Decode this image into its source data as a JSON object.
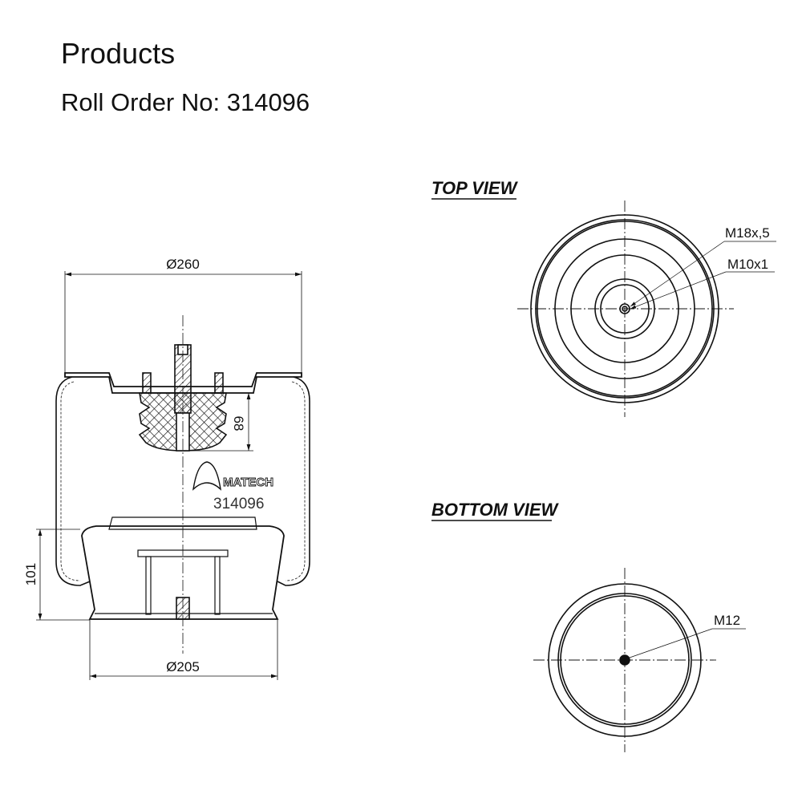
{
  "header": {
    "title": "Products",
    "subtitle": "Roll Order No: 314096"
  },
  "drawing": {
    "side_view": {
      "dim_top_diameter": "Ø260",
      "dim_bottom_diameter": "Ø205",
      "dim_bumper_height": "68",
      "dim_piston_height": "101",
      "brand": "MATECH",
      "part_number": "314096"
    },
    "top_view": {
      "title": "TOP VIEW",
      "thread_1": "M18x,5",
      "thread_2": "M10x1"
    },
    "bottom_view": {
      "title": "BOTTOM VIEW",
      "thread": "M12"
    }
  }
}
